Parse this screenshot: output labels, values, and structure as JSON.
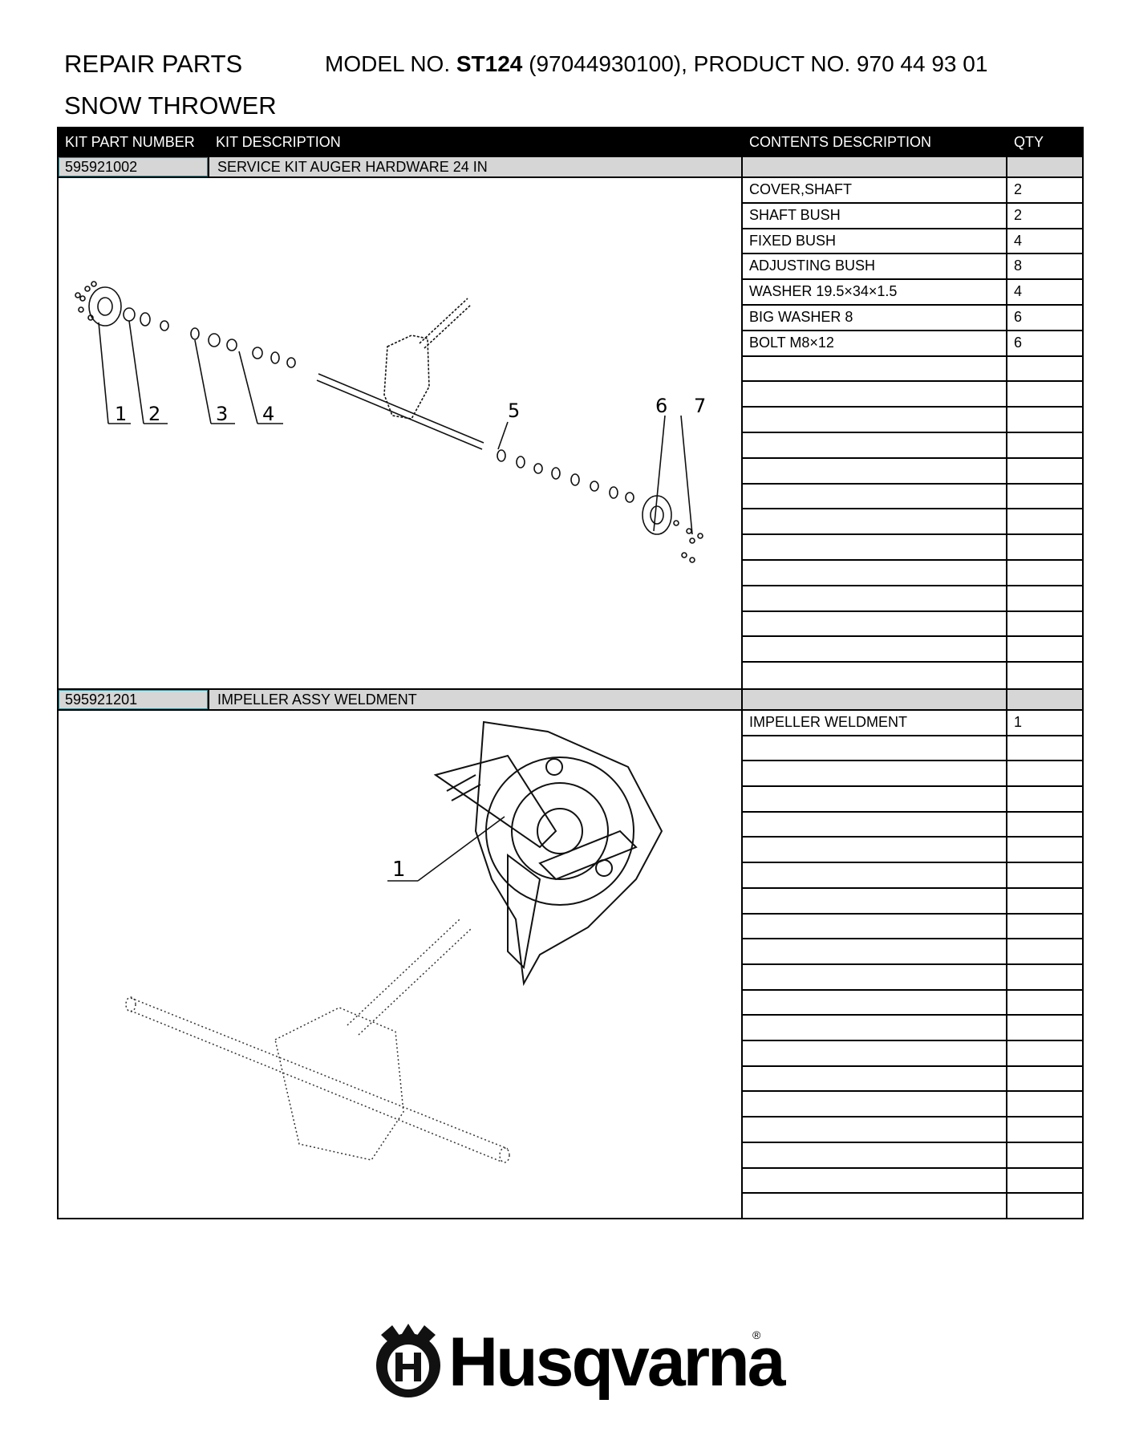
{
  "header": {
    "title_line1": "REPAIR PARTS",
    "title_line2": "SNOW THROWER",
    "model_prefix": "MODEL NO. ",
    "model_number": "ST124",
    "model_suffix": " (97044930100), PRODUCT NO. 970 44 93 01"
  },
  "table": {
    "columns": [
      "KIT PART NUMBER",
      "KIT DESCRIPTION",
      "CONTENTS DESCRIPTION",
      "QTY"
    ],
    "kits": [
      {
        "part_number": "595921002",
        "description": "SERVICE KIT AUGER HARDWARE 24 IN",
        "callouts": [
          "1",
          "2",
          "3",
          "4",
          "5",
          "6",
          "7"
        ],
        "contents": [
          {
            "name": "COVER,SHAFT",
            "qty": "2"
          },
          {
            "name": "SHAFT BUSH",
            "qty": "2"
          },
          {
            "name": "FIXED BUSH",
            "qty": "4"
          },
          {
            "name": "ADJUSTING BUSH",
            "qty": "8"
          },
          {
            "name": "WASHER 19.5×34×1.5",
            "qty": "4"
          },
          {
            "name": "BIG WASHER 8",
            "qty": "6"
          },
          {
            "name": "BOLT M8×12",
            "qty": "6"
          }
        ]
      },
      {
        "part_number": "595921201",
        "description": "IMPELLER ASSY WELDMENT",
        "callouts": [
          "1"
        ],
        "contents": [
          {
            "name": "IMPELLER WELDMENT",
            "qty": "1"
          }
        ]
      }
    ]
  },
  "brand": {
    "logo_text": "Husqvarna",
    "registered_mark": "®"
  }
}
